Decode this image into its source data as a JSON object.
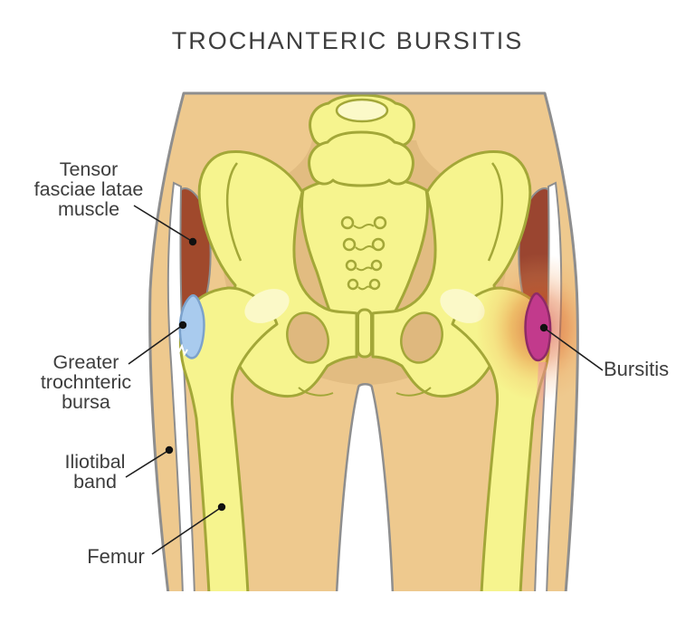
{
  "title": "TROCHANTERIC BURSITIS",
  "labels": {
    "tensor_fasciae_latae": {
      "line1": "Tensor",
      "line2": "fasciae latae",
      "line3": "muscle"
    },
    "greater_trochanteric_bursa": {
      "line1": "Greater",
      "line2": "trochnteric",
      "line3": "bursa"
    },
    "iliotibial_band": {
      "line1": "Iliotibal",
      "line2": "band"
    },
    "femur": {
      "line1": "Femur"
    },
    "bursitis": {
      "line1": "Bursitis"
    }
  },
  "colors": {
    "background": "#ffffff",
    "skin": "#eec98e",
    "skin_deep": "#e2bc81",
    "skin_outline": "#8e8e8e",
    "bone": "#f6f48e",
    "bone_highlight": "#fbf9c8",
    "bone_outline": "#a3a738",
    "muscle_left": "#a0492c",
    "muscle_right": "#9a4530",
    "iliotibial_band": "#ffffff",
    "normal_bursa": "#a9cbee",
    "normal_bursa_outline": "#7ca2cc",
    "inflamed_bursa": "#c23a8c",
    "inflamed_bursa_outline": "#8e2a66",
    "inflammation_glow": "#d84a2a",
    "label_text": "#3d3d3d",
    "leader_line": "#1e1e1e",
    "title_text": "#3e3e3e"
  }
}
